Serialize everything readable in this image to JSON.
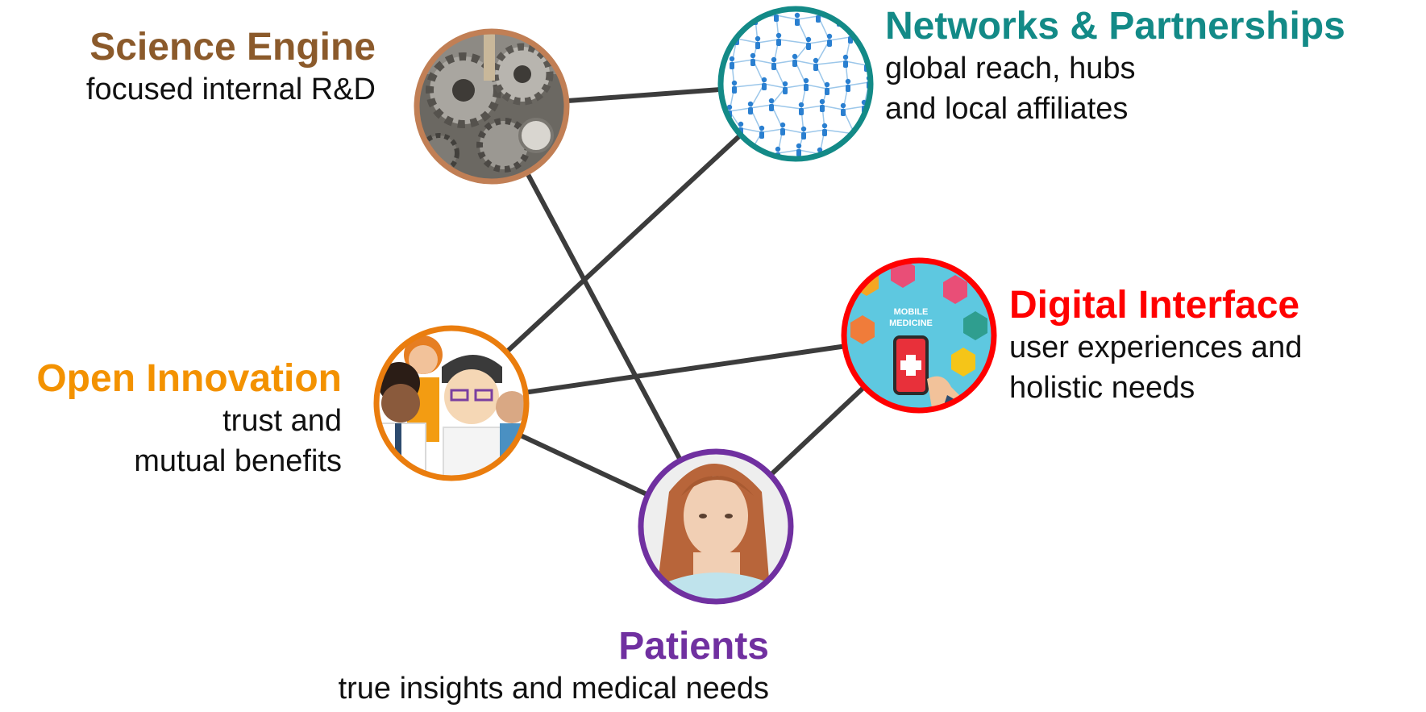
{
  "colors": {
    "edge": "#3c3c3c",
    "science": "#8b5a2b",
    "science_ring": "#c17f55",
    "networks": "#138a87",
    "digital": "#ff0000",
    "open": "#f39200",
    "open_ring": "#ea7d0e",
    "patients": "#7030a0",
    "text": "#111111"
  },
  "nodes": {
    "science": {
      "title": "Science Engine",
      "lines": [
        "focused internal R&D"
      ],
      "icon": "gears-photo"
    },
    "networks": {
      "title": "Networks & Partnerships",
      "lines": [
        "global reach, hubs",
        "and local affiliates"
      ],
      "icon": "network-people-graph"
    },
    "digital": {
      "title": "Digital Interface",
      "lines": [
        "user experiences and",
        "holistic needs"
      ],
      "icon": "mobile-medicine-app",
      "badge": [
        "MOBILE",
        "MEDICINE"
      ]
    },
    "open": {
      "title": "Open Innovation",
      "lines": [
        "trust and",
        "mutual benefits"
      ],
      "icon": "diverse-people-illustration"
    },
    "patients": {
      "title": "Patients",
      "lines": [
        "true insights and medical needs"
      ],
      "icon": "patient-girl-photo"
    }
  },
  "edges": [
    [
      "science",
      "networks"
    ],
    [
      "science",
      "patients"
    ],
    [
      "networks",
      "open"
    ],
    [
      "open",
      "digital"
    ],
    [
      "open",
      "patients"
    ],
    [
      "patients",
      "digital"
    ]
  ]
}
